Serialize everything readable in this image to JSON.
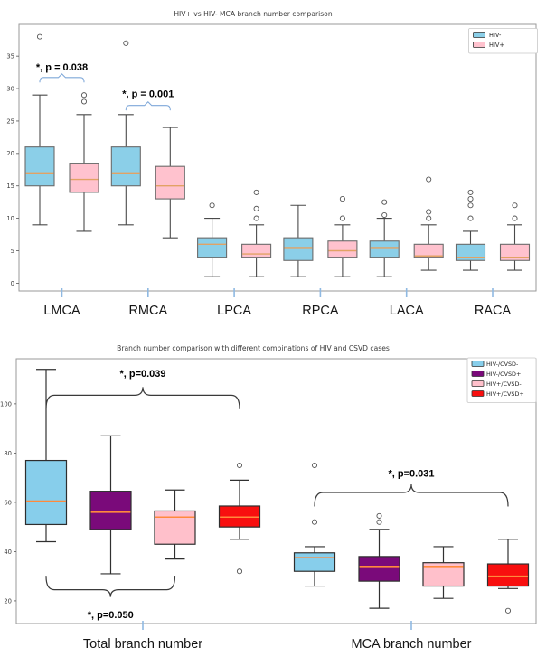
{
  "figure": {
    "background": "#ffffff"
  },
  "chart_data": [
    {
      "type": "boxplot",
      "title": "HIV+ vs HIV- MCA branch number comparison",
      "categories": [
        "LMCA",
        "RMCA",
        "LPCA",
        "RPCA",
        "LACA",
        "RACA"
      ],
      "ylim": [
        -1.2,
        39.9
      ],
      "yticks": [
        0,
        5,
        10,
        15,
        20,
        25,
        30,
        35
      ],
      "grid": false,
      "legend_position": "top-right",
      "median_color": "#e2a264",
      "series": [
        {
          "name": "HIV-",
          "color": "#8bcfe8",
          "boxes": [
            {
              "whislo": 9,
              "q1": 15,
              "med": 17,
              "q3": 21,
              "whishi": 29,
              "fliers": [
                38
              ]
            },
            {
              "whislo": 9,
              "q1": 15,
              "med": 17,
              "q3": 21,
              "whishi": 26,
              "fliers": [
                37
              ]
            },
            {
              "whislo": 1,
              "q1": 4,
              "med": 6,
              "q3": 7,
              "whishi": 10,
              "fliers": [
                12
              ]
            },
            {
              "whislo": 1,
              "q1": 3.5,
              "med": 5.5,
              "q3": 7,
              "whishi": 12,
              "fliers": []
            },
            {
              "whislo": 1,
              "q1": 4,
              "med": 5.5,
              "q3": 6.5,
              "whishi": 10,
              "fliers": [
                10.5,
                12.5
              ]
            },
            {
              "whislo": 2,
              "q1": 3.5,
              "med": 4,
              "q3": 6,
              "whishi": 8,
              "fliers": [
                10,
                12,
                13,
                14
              ]
            }
          ]
        },
        {
          "name": "HIV+",
          "color": "#ffc2ce",
          "boxes": [
            {
              "whislo": 8,
              "q1": 14,
              "med": 16,
              "q3": 18.5,
              "whishi": 26,
              "fliers": [
                28,
                29
              ]
            },
            {
              "whislo": 7,
              "q1": 13,
              "med": 15,
              "q3": 18,
              "whishi": 24,
              "fliers": []
            },
            {
              "whislo": 1,
              "q1": 4,
              "med": 4.5,
              "q3": 6,
              "whishi": 9,
              "fliers": [
                10,
                11.5,
                14
              ]
            },
            {
              "whislo": 1,
              "q1": 4,
              "med": 5,
              "q3": 6.5,
              "whishi": 9,
              "fliers": [
                10,
                13
              ]
            },
            {
              "whislo": 2,
              "q1": 4,
              "med": 4.2,
              "q3": 6,
              "whishi": 9,
              "fliers": [
                10,
                11,
                16
              ]
            },
            {
              "whislo": 2,
              "q1": 3.5,
              "med": 4,
              "q3": 6,
              "whishi": 9,
              "fliers": [
                10,
                12
              ]
            }
          ]
        }
      ],
      "annotations": [
        {
          "text": "*, p = 0.038",
          "group": 0,
          "from_box": 0,
          "to_box": 1,
          "line_y": 31.7,
          "text_y": 32.8,
          "style": "bracket"
        },
        {
          "text": "*, p = 0.001",
          "group": 1,
          "from_box": 0,
          "to_box": 1,
          "line_y": 27.4,
          "text_y": 28.7,
          "style": "bracket"
        }
      ]
    },
    {
      "type": "boxplot",
      "title": "Branch number comparison with different combinations of HIV and CSVD cases",
      "categories": [
        "Total branch number",
        "MCA branch number"
      ],
      "ylim": [
        10.8,
        118.3
      ],
      "yticks": [
        20,
        40,
        60,
        80,
        100
      ],
      "grid": false,
      "legend_position": "top-right",
      "median_color": "#ff8a3c",
      "series": [
        {
          "name": "HIV-/CVSD-",
          "color": "#87ceeb",
          "boxes": [
            {
              "whislo": 44,
              "q1": 51,
              "med": 60.5,
              "q3": 77,
              "whishi": 114,
              "fliers": []
            },
            {
              "whislo": 26,
              "q1": 32,
              "med": 37.5,
              "q3": 39.5,
              "whishi": 42,
              "fliers": [
                52,
                75
              ]
            }
          ]
        },
        {
          "name": "HIV-/CVSD+",
          "color": "#7a0a7a",
          "boxes": [
            {
              "whislo": 31,
              "q1": 49,
              "med": 56,
              "q3": 64.5,
              "whishi": 87,
              "fliers": []
            },
            {
              "whislo": 17,
              "q1": 28,
              "med": 34,
              "q3": 38,
              "whishi": 49,
              "fliers": [
                52,
                54.5
              ]
            }
          ]
        },
        {
          "name": "HIV+/CVSD-",
          "color": "#ffc0cb",
          "boxes": [
            {
              "whislo": 37,
              "q1": 43,
              "med": 54,
              "q3": 56.5,
              "whishi": 65,
              "fliers": []
            },
            {
              "whislo": 21,
              "q1": 26,
              "med": 34,
              "q3": 35.5,
              "whishi": 42,
              "fliers": []
            }
          ]
        },
        {
          "name": "HIV+/CVSD+",
          "color": "#f80f0f",
          "boxes": [
            {
              "whislo": 45,
              "q1": 50,
              "med": 54,
              "q3": 58.5,
              "whishi": 69,
              "fliers": [
                75,
                32
              ]
            },
            {
              "whislo": 25,
              "q1": 26,
              "med": 30,
              "q3": 35,
              "whishi": 45,
              "fliers": [
                16
              ]
            }
          ]
        }
      ],
      "annotations": [
        {
          "text": "*, p=0.039",
          "group": 0,
          "from_box": 0,
          "to_box": 3,
          "line_y": 103.5,
          "text_y": 111,
          "style": "brace-up"
        },
        {
          "text": "*, p=0.031",
          "group": 1,
          "from_box": 0,
          "to_box": 3,
          "line_y": 64,
          "text_y": 70.5,
          "style": "brace-up"
        },
        {
          "text": "*, p=0.050",
          "group": 0,
          "from_box": 0,
          "to_box": 2,
          "line_y": 24.5,
          "text_y": 13,
          "style": "brace-down"
        }
      ]
    }
  ]
}
